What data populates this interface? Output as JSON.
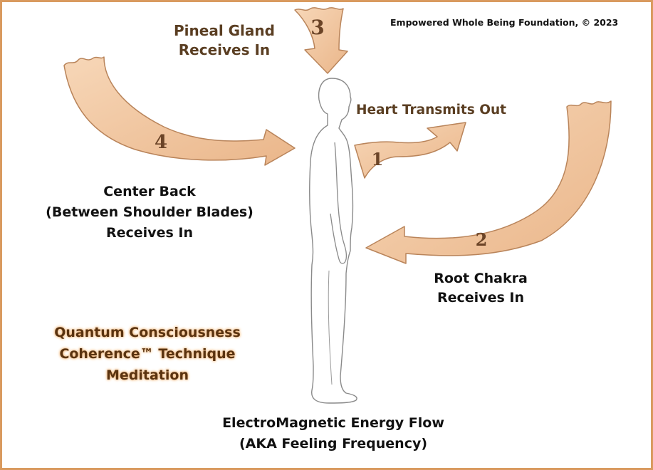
{
  "copyright": "Empowered Whole Being Foundation, © 2023",
  "labels": {
    "pineal": [
      "Pineal Gland",
      "Receives In"
    ],
    "heart": "Heart Transmits Out",
    "center_back": [
      "Center Back",
      "(Between Shoulder Blades)",
      "Receives In"
    ],
    "root": [
      "Root Chakra",
      "Receives In"
    ],
    "technique": [
      "Quantum Consciousness",
      "Coherence™ Technique",
      "Meditation"
    ],
    "energy": [
      "ElectroMagnetic Energy Flow",
      "(AKA Feeling Frequency)"
    ]
  },
  "arrows": [
    {
      "number": "1",
      "points_to": "Heart Transmits Out"
    },
    {
      "number": "2",
      "points_to": "Root Chakra Receives In"
    },
    {
      "number": "3",
      "points_to": "Pineal Gland Receives In"
    },
    {
      "number": "4",
      "points_to": "Center Back Receives In"
    }
  ],
  "colors": {
    "border": "#d99a5f",
    "arrow_fill": "#f3c9a2",
    "arrow_stroke": "#b9845a",
    "number": "#6b4427",
    "label_brown": "#5a3e22",
    "technique_glow": "#f0b070",
    "figure_stroke": "#8a8a8a"
  }
}
